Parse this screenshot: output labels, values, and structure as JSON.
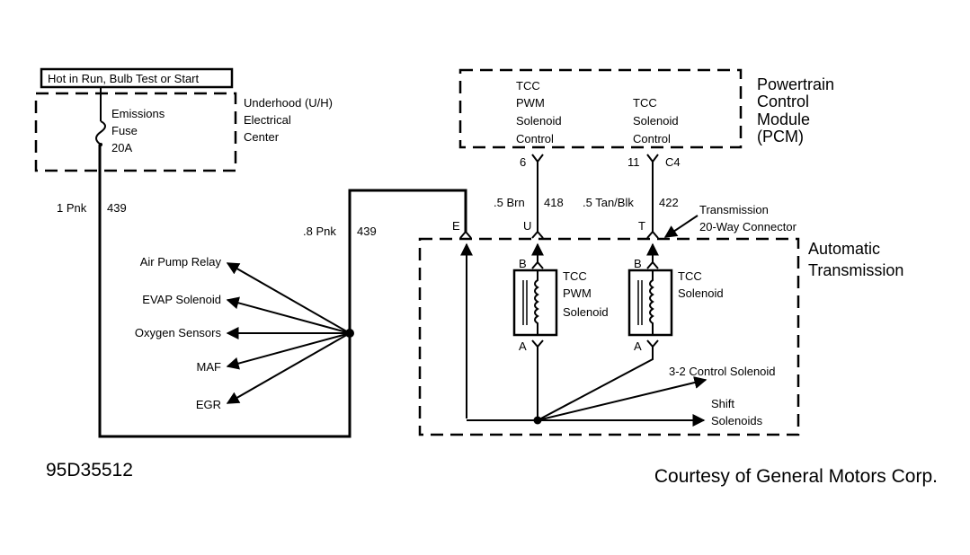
{
  "diagram": {
    "power_source_label": "Hot in Run, Bulb Test or Start",
    "underhood_center": {
      "label_lines": [
        "Underhood (U/H)",
        "Electrical",
        "Center"
      ],
      "fuse": {
        "lines": [
          "Emissions",
          "Fuse",
          "20A"
        ]
      }
    },
    "pcm": {
      "label_lines": [
        "Powertrain",
        "Control",
        "Module",
        "(PCM)"
      ],
      "pwm_control_lines": [
        "TCC",
        "PWM",
        "Solenoid",
        "Control"
      ],
      "tcc_control_lines": [
        "TCC",
        "Solenoid",
        "Control"
      ],
      "pin_pwm": "6",
      "pin_tcc": "11",
      "connector": "C4"
    },
    "wires": {
      "main_left": {
        "gauge_color": "1 Pnk",
        "circuit": "439"
      },
      "main_right": {
        "gauge_color": ".8 Pnk",
        "circuit": "439"
      },
      "pwm": {
        "gauge_color": ".5 Brn",
        "circuit": "418"
      },
      "tcc": {
        "gauge_color": ".5 Tan/Blk",
        "circuit": "422"
      }
    },
    "splice_loads": [
      "Air Pump Relay",
      "EVAP Solenoid",
      "Oxygen Sensors",
      "MAF",
      "EGR"
    ],
    "transmission_connector": {
      "label_lines": [
        "Transmission",
        "20-Way Connector"
      ],
      "pins": {
        "e": "E",
        "u": "U",
        "t": "T"
      }
    },
    "automatic_transmission": {
      "label_lines": [
        "Automatic",
        "Transmission"
      ],
      "pwm_solenoid": {
        "lines": [
          "TCC",
          "PWM",
          "Solenoid"
        ],
        "pin_top": "B",
        "pin_bottom": "A"
      },
      "tcc_solenoid": {
        "lines": [
          "TCC",
          "Solenoid"
        ],
        "pin_top": "B",
        "pin_bottom": "A"
      },
      "other_loads": {
        "control_32": "3-2 Control Solenoid",
        "shift_lines": [
          "Shift",
          "Solenoids"
        ]
      }
    },
    "figure_id": "95D35512",
    "credit": "Courtesy of General Motors Corp."
  }
}
